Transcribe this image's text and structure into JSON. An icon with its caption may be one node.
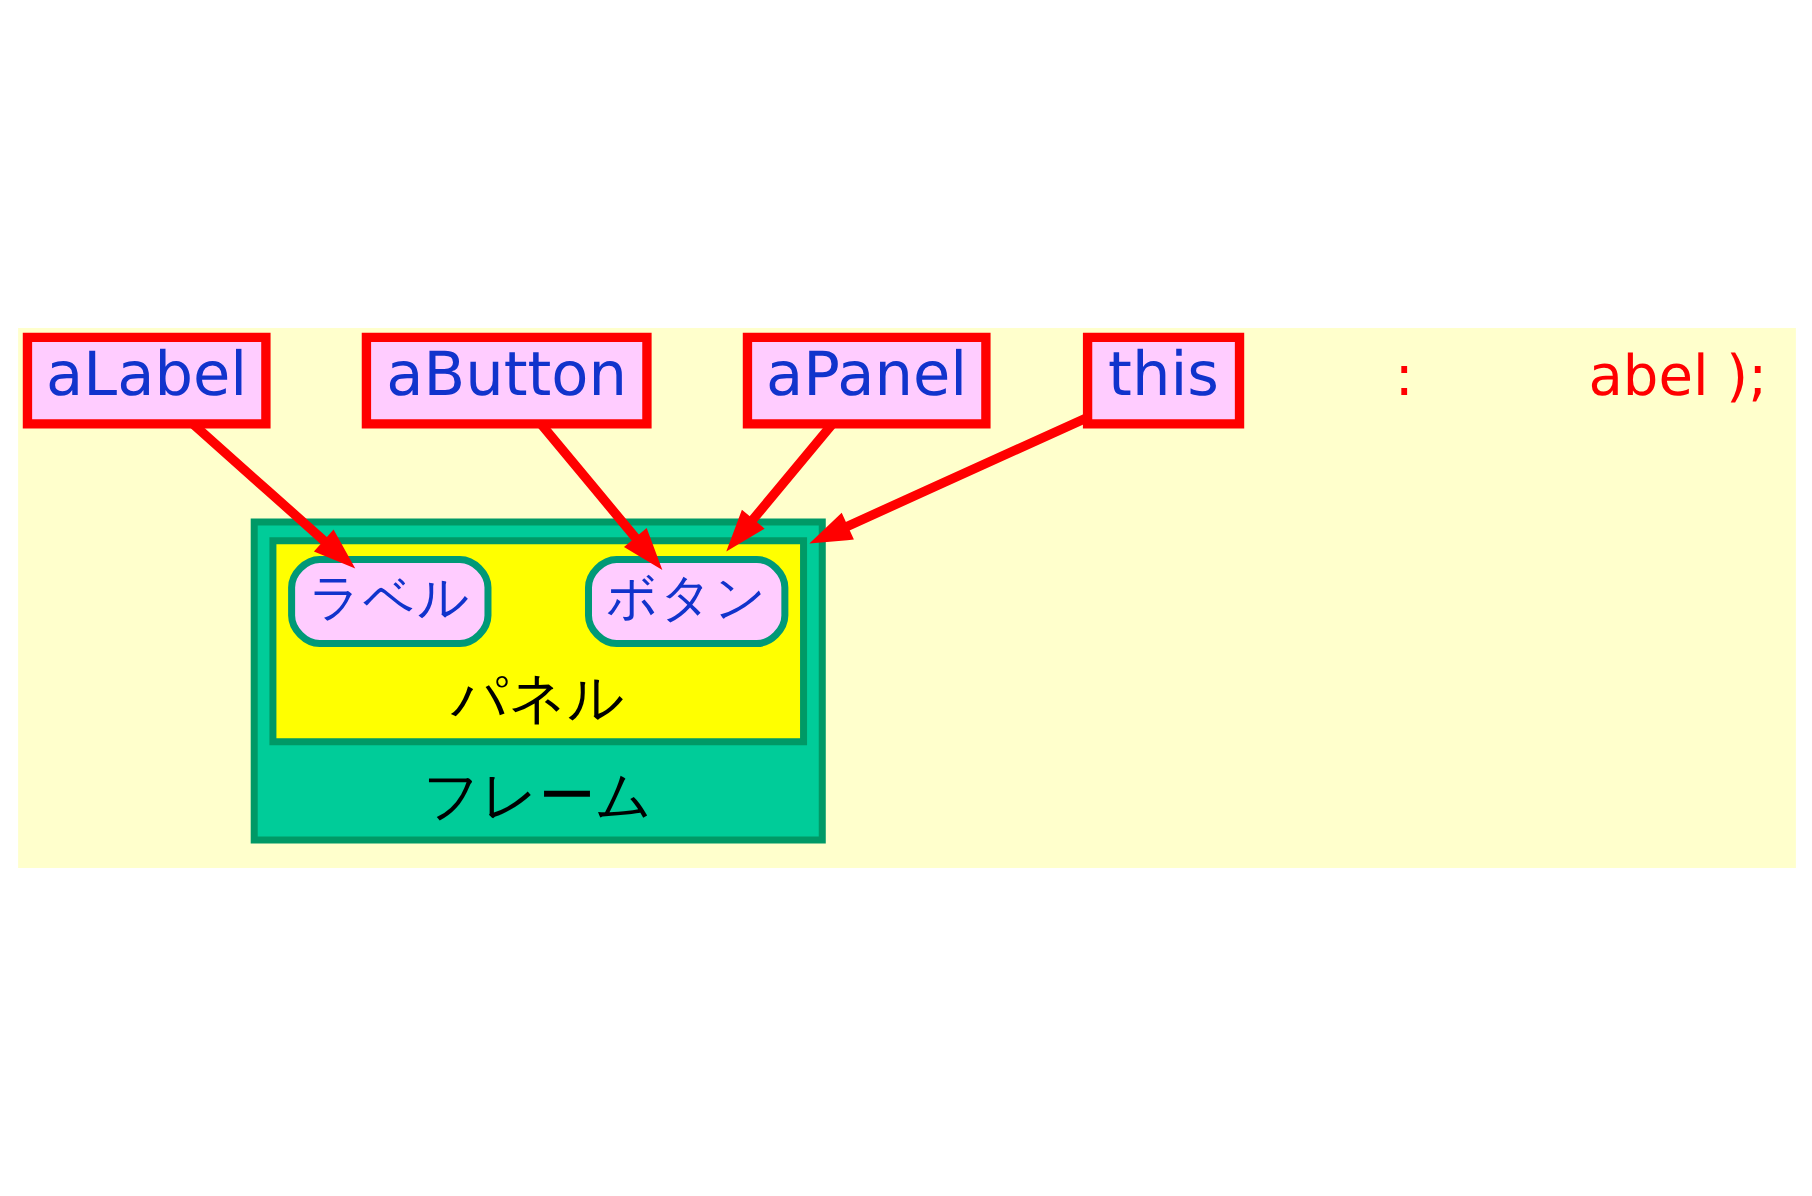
{
  "diagram": {
    "nodes": [
      {
        "text": [
          "aButton"
        ]
      },
      {
        "text": [
          "aLabel"
        ]
      },
      {
        "text": [
          "aPanel"
        ]
      },
      {
        "text": [
          "this"
        ]
      },
      {
        "text": [
          "フレーム"
        ]
      },
      {
        "text": [
          "パネル"
        ],
        "in": 4
      },
      {
        "text": [
          "ボタン"
        ],
        "in": 5
      },
      {
        "text": [
          "ラベル"
        ],
        "in": 5
      }
    ],
    "edges": [
      {
        "from": 0,
        "to": 6,
        "arrow": "to"
      },
      {
        "from": 1,
        "to": 7,
        "arrow": "to"
      },
      {
        "from": 2,
        "to": 5,
        "arrow": "to"
      },
      {
        "from": 3,
        "to": 4,
        "arrow": "to"
      }
    ],
    "labels": [
      ":",
      "abel );"
    ]
  }
}
